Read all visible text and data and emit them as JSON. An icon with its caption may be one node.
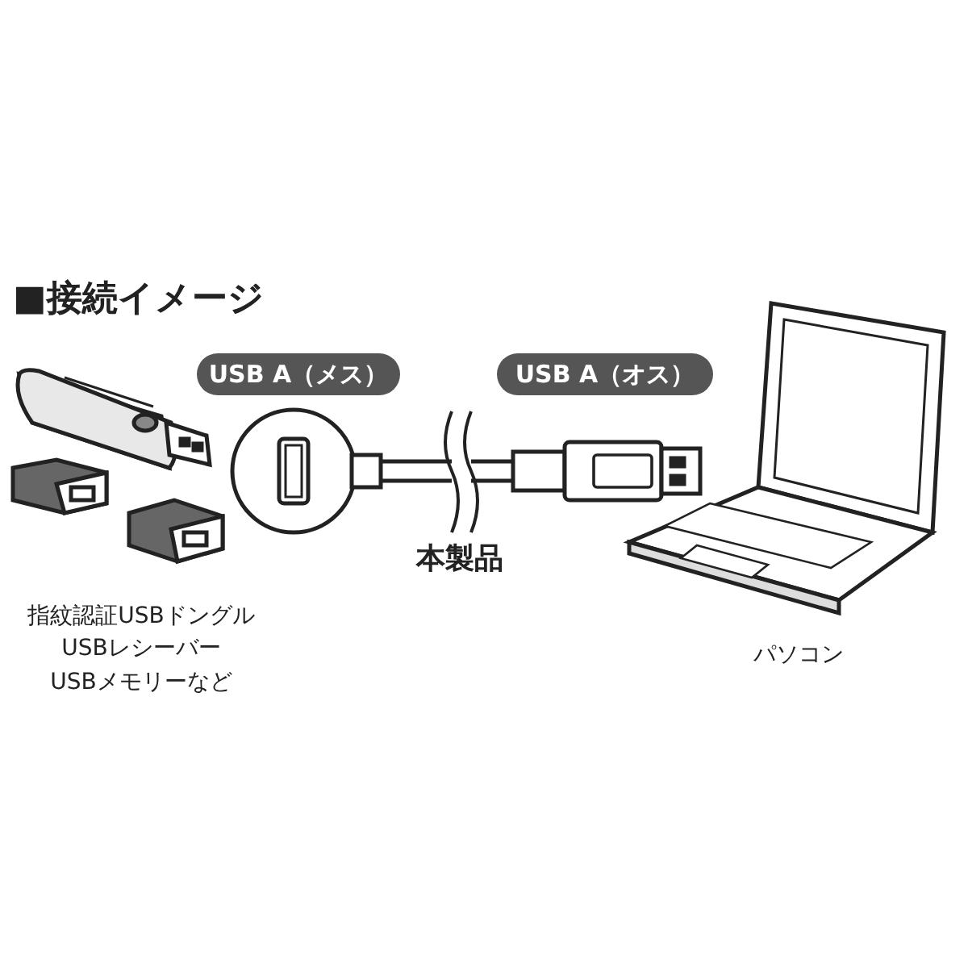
{
  "diagram": {
    "title": "■接続イメージ",
    "labels": [
      "USB A（メス）",
      "USB A（オス）",
      "本製品",
      "指紋認証USBドングル USBレシーバー USBメモリーなど",
      "パソコン"
    ]
  }
}
